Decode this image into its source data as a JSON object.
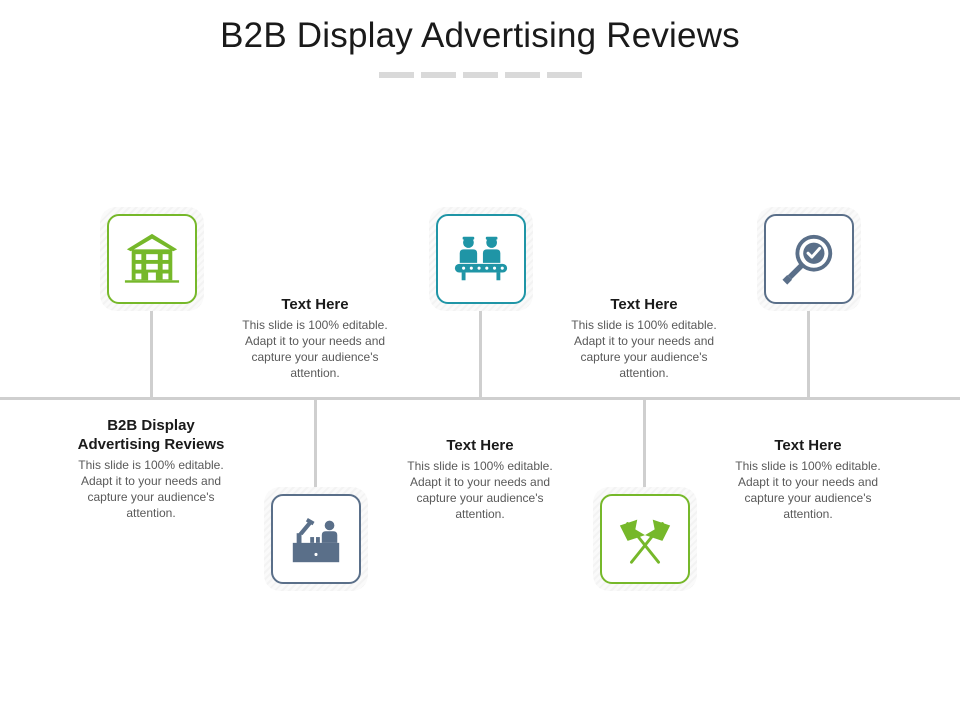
{
  "title": "B2B Display Advertising Reviews",
  "colors": {
    "green": "#76b82a",
    "teal": "#1f95a6",
    "slate": "#5a6f89",
    "line": "#cfcfcf"
  },
  "items": [
    {
      "icon": "house-icon",
      "heading": "B2B Display Advertising Reviews",
      "body": "This slide is 100% editable. Adapt it to your needs and capture your audience's attention."
    },
    {
      "icon": "factory-worker-icon",
      "heading": "Text Here",
      "body": "This slide is 100% editable. Adapt it to your needs and capture your audience's attention."
    },
    {
      "icon": "conveyor-workers-icon",
      "heading": "Text Here",
      "body": "This slide is 100% editable. Adapt it to your needs and capture your audience's attention."
    },
    {
      "icon": "crossed-flags-icon",
      "heading": "Text Here",
      "body": "This slide is 100% editable. Adapt it to your needs and capture your audience's attention."
    },
    {
      "icon": "magnifier-check-icon",
      "heading": "Text Here",
      "body": "This slide is 100% editable. Adapt it to your needs and capture your audience's attention."
    }
  ]
}
